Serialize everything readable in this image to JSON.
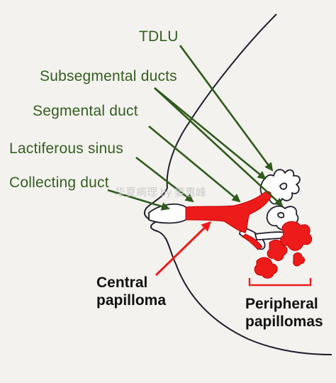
{
  "labels": {
    "tdlu": "TDLU",
    "subsegmental_ducts": "Subsegmental ducts",
    "segmental_duct": "Segmental duct",
    "lactiferous_sinus": "Lactiferous sinus",
    "collecting_duct": "Collecting duct",
    "central_papilloma_line1": "Central",
    "central_papilloma_line2": "papilloma",
    "peripheral_papillomas_line1": "Peripheral",
    "peripheral_papillomas_line2": "papillomas"
  },
  "watermark": "华夏病理 by 姜惠峰",
  "colors": {
    "label_green": "#355e22",
    "arrow_green": "#2f5a1c",
    "lesion_red": "#ee1b1b",
    "outline": "#1e1e2c",
    "background": "#f3f2ee"
  }
}
